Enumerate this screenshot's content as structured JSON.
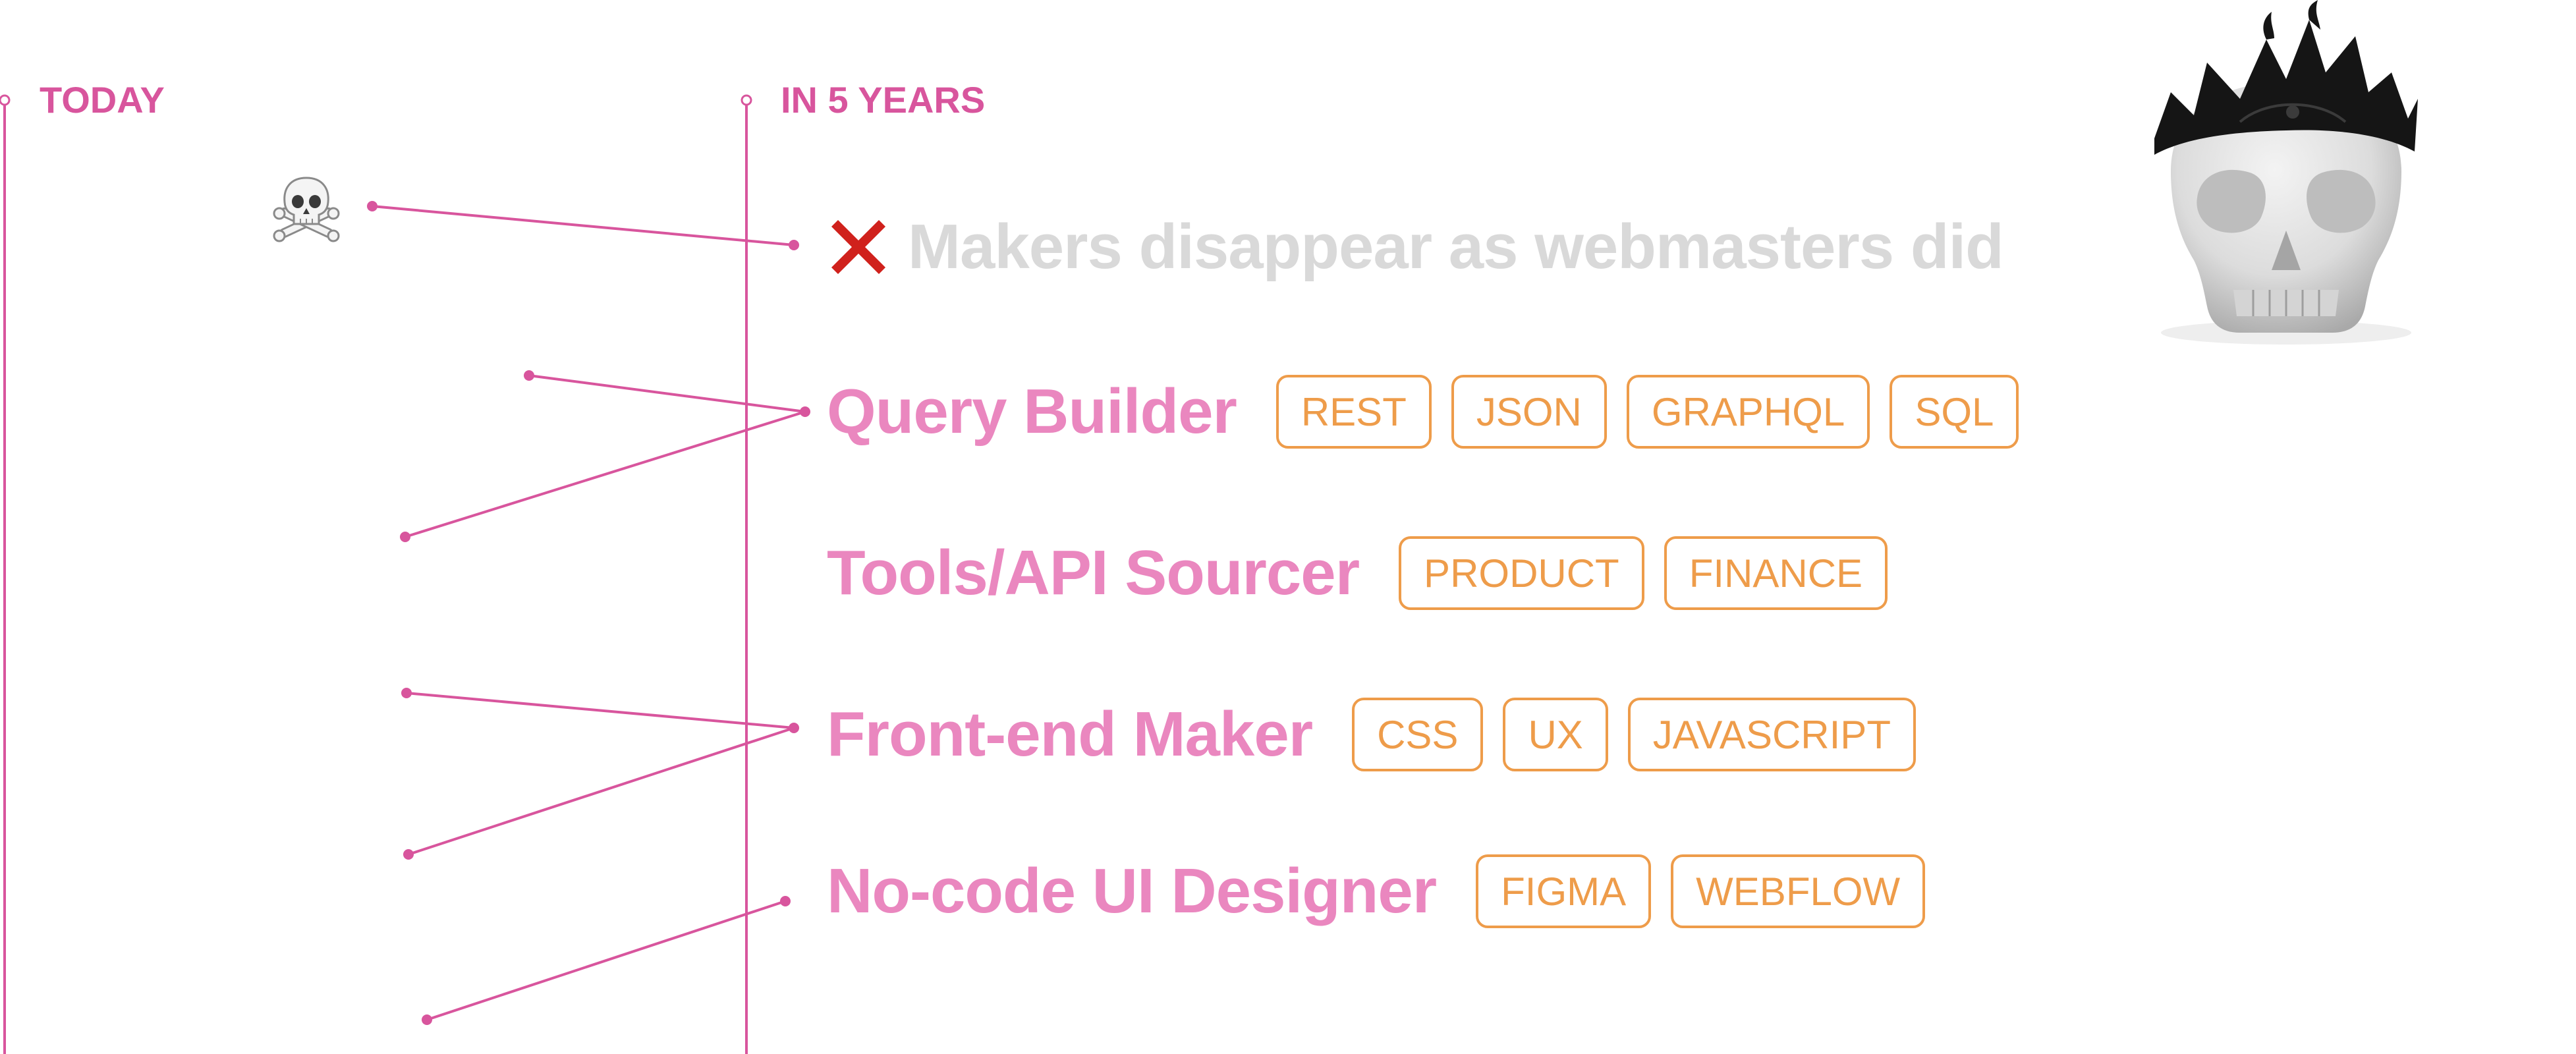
{
  "columns": {
    "today": "TODAY",
    "future": "IN 5 YEARS"
  },
  "obsolete_role": {
    "title": "Makers disappear as webmasters did",
    "marker_icon": "cross-mark-icon",
    "origin_icon": "skull-crossbones-icon"
  },
  "roles": [
    {
      "title": "Query Builder",
      "tags": [
        "REST",
        "JSON",
        "GRAPHQL",
        "SQL"
      ]
    },
    {
      "title": "Tools/API Sourcer",
      "tags": [
        "PRODUCT",
        "FINANCE"
      ]
    },
    {
      "title": "Front-end Maker",
      "tags": [
        "CSS",
        "UX",
        "JAVASCRIPT"
      ]
    },
    {
      "title": "No-code UI Designer",
      "tags": [
        "FIGMA",
        "WEBFLOW"
      ]
    }
  ],
  "illustration": "crowned-skull-image",
  "colors": {
    "header": "#d8559d",
    "role": "#ea87bf",
    "obsolete": "#d9d9d9",
    "tag": "#ee9c4a",
    "line": "#d8559d",
    "cross": "#d0211c"
  }
}
